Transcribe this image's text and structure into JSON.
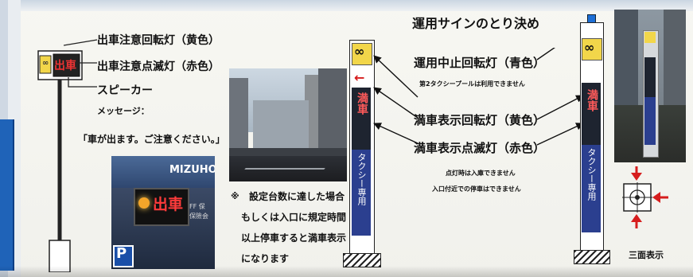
{
  "left_sign": {
    "label_rotating_lamp": "出車注意回転灯（黄色）",
    "label_flashing_lamp": "出車注意点滅灯（赤色）",
    "label_speaker": "スピーカー",
    "label_message": "メッセージ：",
    "message_text": "「車が出ます。ご注意ください。」",
    "sign_text": "出車",
    "lamp_symbol": "∞"
  },
  "photo_left": {
    "brand_text": "MIZUHO",
    "sign_text": "出車",
    "parking_mark": "P",
    "small_text_1": "FF 保",
    "small_text_2": "保險会"
  },
  "note": {
    "mark": "※",
    "line1": "設定台数に達した場合",
    "line2": "もしくは入口に規定時間",
    "line3": "以上停車すると満車表示",
    "line4": "になります"
  },
  "center_sign": {
    "lamp_symbol": "∞",
    "arrow": "←",
    "full_text": "満車",
    "taxi_text": "タクシー専用"
  },
  "rules": {
    "title": "運用サインのとり決め",
    "item1_title": "運用中止回転灯（青色）",
    "item1_note": "第2タクシープールは利用できません",
    "item2_title": "満車表示回転灯（黄色）",
    "item3_title": "満車表示点滅灯（赤色）",
    "item3_note1": "点灯時は入庫できません",
    "item3_note2": "入口付近での停車はできません"
  },
  "right_sign": {
    "lamp_symbol": "∞",
    "full_text": "満車",
    "taxi_text": "タクシー専用"
  },
  "three_sided": {
    "label": "三面表示"
  },
  "colors": {
    "lamp_yellow": "#f2d64a",
    "lamp_red": "#d61d1d",
    "lamp_blue": "#1d6fd6",
    "sign_dark": "#1e2430",
    "taxi_blue": "#2b3f8f"
  }
}
